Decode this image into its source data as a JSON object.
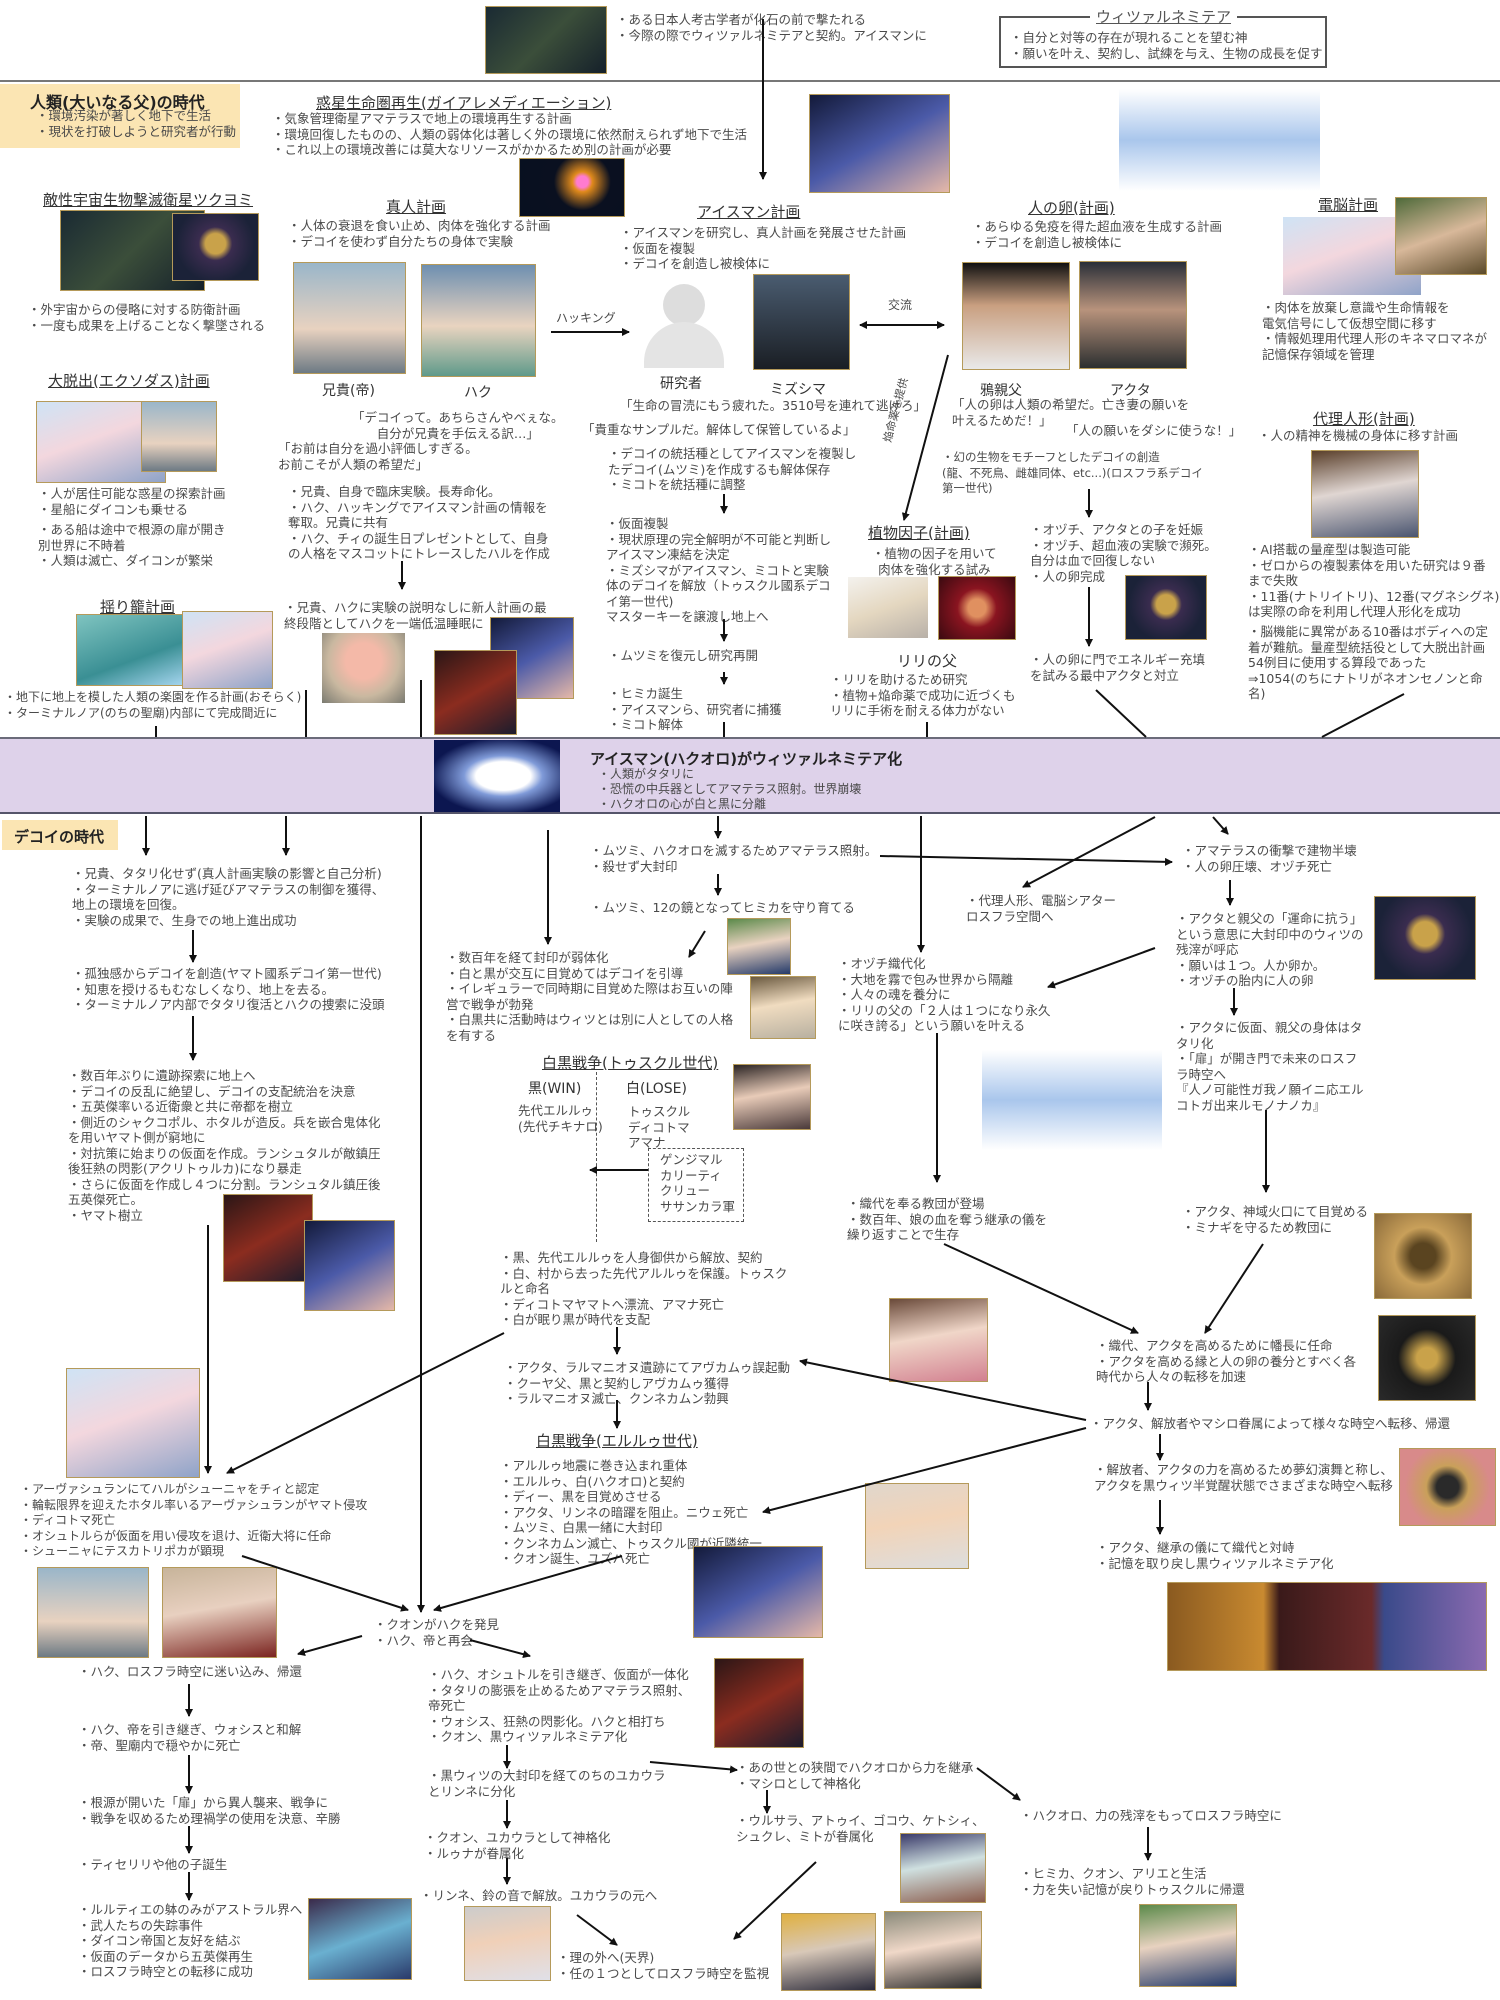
{
  "header": {
    "intro": "・ある日本人考古学者が化石の前で撃たれる\n・今際の際でウィツァルネミテアと契約。アイスマンに",
    "witz_title": "ウィツァルネミテア",
    "witz_lines": "・自分と対等の存在が現れることを望む神\n・願いを叶え、契約し、試練を与え、生物の成長を促す"
  },
  "era_humans": {
    "title": "人類(大いなる父)の時代",
    "lines": "・環境汚染が著しく地下で生活\n・現状を打破しようと研究者が行動"
  },
  "gaia": {
    "title": "惑星生命圏再生(ガイアレメディエーション)",
    "lines": "・気象管理衛星アマテラスで地上の環境再生する計画\n・環境回復したものの、人類の弱体化は著しく外の環境に依然耐えられず地下で生活\n・これ以上の環境改善には莫大なリソースがかかるため別の計画が必要"
  },
  "tsukuyomi": {
    "title": "敵性宇宙生物撃滅衛星ツクヨミ",
    "lines": "・外宇宙からの侵略に対する防衛計画\n・一度も成果を上げることなく撃墜される"
  },
  "exodus": {
    "title": "大脱出(エクソダス)計画",
    "lines1": "・人が居住可能な惑星の探索計画\n・星船にダイコンも乗せる",
    "lines2": "・ある船は途中で根源の扉が開き\n別世界に不時着\n・人類は滅亡、ダイコンが繁栄"
  },
  "cradle": {
    "title": "揺り籠計画",
    "lines": "・地下に地上を模した人類の楽園を作る計画(おそらく)\n・ターミナルノア(のちの聖廟)内部にて完成間近に"
  },
  "shinjin": {
    "title": "真人計画",
    "lines": "・人体の衰退を食い止め、肉体を強化する計画\n・デコイを使わず自分たちの身体で実験",
    "char_brother": "兄貴(帝)",
    "char_haku": "ハク",
    "quote_haku": "「デコイって。あちらさんやべぇな。\n自分が兄貴を手伝える訳…」",
    "quote_brother": "「お前は自分を過小評価しすぎる。\nお前こそが人類の希望だ」",
    "bullets": "・兄貴、自身で臨床実験。長寿命化。\n・ハク、ハッキングでアイスマン計画の情報を\n奪取。兄貴に共有\n・ハク、チィの誕生日プレゼントとして、自身\nの人格をマスコットにトレースしたハルを作成",
    "next": "・兄貴、ハクに実験の説明なしに新人計画の最\n終段階としてハクを一端低温睡眠に"
  },
  "iceman": {
    "title": "アイスマン計画",
    "lines": "・アイスマンを研究し、真人計画を発展させた計画\n・仮面を複製\n・デコイを創造し被検体に",
    "hacking_label": "ハッキング",
    "exchange_label": "交流",
    "researcher": "研究者",
    "mizushima": "ミズシマ",
    "quote_mizushima": "「生命の冒涜にもう疲れた。3510号を連れて逃げろ」",
    "quote_researcher": "「貴重なサンプルだ。解体して保管しているよ」",
    "step1": "・デコイの統括種としてアイスマンを複製し\nたデコイ(ムツミ)を作成するも解体保存\n・ミコトを統括種に調整",
    "step2": "・仮面複製\n・現状原理の完全解明が不可能と判断し\nアイスマン凍結を決定\n・ミズシマがアイスマン、ミコトと実験\n体のデコイを解放（トゥスクル國系デコ\nイ第一世代)\nマスターキーを譲渡し地上へ",
    "step3": "・ムツミを復元し研究再開",
    "step4": "・ヒミカ誕生\n・アイスマンら、研究者に捕獲\n・ミコト解体"
  },
  "egg": {
    "title": "人の卵(計画)",
    "lines": "・あらゆる免疫を得た超血液を生成する計画\n・デコイを創造し被検体に",
    "char_father": "鴉親父",
    "char_akuta": "アクタ",
    "quote_father": "「人の卵は人類の希望だ。亡き妻の願いを\n叶えるためだ！」",
    "quote_akuta": "「人の願いをダシに使うな！」",
    "bullets": "・幻の生物をモチーフとしたデコイの創造\n(龍、不死鳥、雌雄同体、etc...)(ロスフラ系デコイ\n第一世代)",
    "step2": "・オヅチ、アクタとの子を妊娠\n・オヅチ、超血液の実験で瀕死。\n自分は血で回復しない\n・人の卵完成",
    "step3": "・人の卵に門でエネルギー充填\nを試みる最中アクタと対立"
  },
  "plant": {
    "title": "植物因子(計画)",
    "lines": "・植物の因子を用いて\n肉体を強化する試み",
    "arrow_label": "焔命薬を提供",
    "char": "リリの父",
    "bullets": "・リリを助けるため研究\n・植物+焔命薬で成功に近づくも\nリリに手術を耐える体力がない"
  },
  "cyber": {
    "title": "電脳計画",
    "lines": "・肉体を放棄し意識や生命情報を\n電気信号にして仮想空間に移す\n・情報処理用代理人形のキネマロマネが\n記憶保存領域を管理"
  },
  "proxy": {
    "title": "代理人形(計画)",
    "lines": "・人の精神を機械の身体に移す計画",
    "bullets": "・AI搭載の量産型は製造可能\n・ゼロからの複製素体を用いた研究は９番\nまで失敗\n・11番(ナトリイトリ)、12番(マグネシグネ)\nは実際の命を利用し代理人形化を成功",
    "bullets2": "・脳機能に異常がある10番はボディへの定\n着が難航。量産型統括役として大脱出計画\n54例目に使用する算段であった\n⇒1054(のちにナトリがネオンセノンと命名)"
  },
  "event": {
    "title": "アイスマン(ハクオロ)がウィツァルネミテア化",
    "lines": "・人類がタタリに\n・恐慌の中兵器としてアマテラス照射。世界崩壊\n・ハクオロの心が白と黒に分離"
  },
  "era_decoy": {
    "title": "デコイの時代"
  },
  "yamato": {
    "step1": "・兄貴、タタリ化せず(真人計画実験の影響と自己分析)\n・ターミナルノアに逃げ延びアマテラスの制御を獲得、\n地上の環境を回復。\n・実験の成果で、生身での地上進出成功",
    "step2": "・孤独感からデコイを創造(ヤマト國系デコイ第一世代)\n・知恵を授けるもむなしくなり、地上を去る。\n・ターミナルノア内部でタタリ復活とハクの捜索に没頭",
    "step3": "・数百年ぶりに遺跡探索に地上へ\n・デコイの反乱に絶望し、デコイの支配統治を決意\n・五英傑率いる近衛衆と共に帝都を樹立\n・側近のシャクコポル、ホタルが造反。兵を嵌合鬼体化\nを用いヤマト側が窮地に\n・対抗策に始まりの仮面を作成。ランシュタルが敵鎮圧\n後狂熱の閃影(アクリトゥルカ)になり暴走\n・さらに仮面を作成し４つに分割。ランシュタル鎮圧後\n五英傑死亡。\n・ヤマト樹立",
    "mobius": "・アーヴァシュランにてハルがシューニャをチィと認定\n・輪転限界を迎えたホタル率いるアーヴァシュランがヤマト侵攻\n・ディコトマ死亡\n・オシュトルらが仮面を用い侵攻を退け、近衛大将に任命\n・シューニャにテスカトリポカが顕現"
  },
  "seal": {
    "muts1": "・ムツミ、ハクオロを滅するためアマテラス照射。\n・殺せず大封印",
    "muts2": "・ムツミ、12の鏡となってヒミカを守り育てる",
    "weak": "・数百年を経て封印が弱体化\n・白と黒が交互に目覚めてはデコイを引導\n・イレギュラーで同時期に目覚めた際はお互いの陣\n営で戦争が勃発\n・白黒共に活動時はウィツとは別に人としての人格\nを有する"
  },
  "war_tusukuru": {
    "title": "白黒戦争(トゥスクル世代)",
    "black": "黒(WIN)",
    "black_members": "先代エルルゥ\n(先代チキナロ)",
    "white": "白(LOSE)",
    "white_members": "トゥスクル\nディコトマ\nアマナ",
    "defectors": "ゲンジマル\nカリーティ\nクリュー\nササンカラ軍",
    "after": "・黒、先代エルルゥを人身御供から解放、契約\n・白、村から去った先代アルルゥを保護。トゥスク\nルと命名\n・ディコトマヤマトへ漂流、アマナ死亡\n・白が眠り黒が時代を支配",
    "awakening": "・アクタ、ラルマニオヌ遺跡にてアヴカムゥ誤起動\n・クーヤ父、黒と契約しアヴカムゥ獲得\n・ラルマニオヌ滅亡、クンネカムン勃興"
  },
  "war_eruruu": {
    "title": "白黒戦争(エルルゥ世代)",
    "lines": "・アルルゥ地震に巻き込まれ重体\n・エルルゥ、白(ハクオロ)と契約\n・ディー、黒を目覚めさせる\n・アクタ、リンネの暗躍を阻止。ニウェ死亡\n・ムツミ、白黒一緒に大封印\n・クンネカムン滅亡、トゥスクル國が近隣統一\n・クオン誕生、ユズハ死亡"
  },
  "lostflag": {
    "amaterasu": "・アマテラスの衝撃で建物半壊\n・人の卵圧壊、オヅチ死亡",
    "proxy_move": "・代理人形、電脳シアター\nロスフラ空間へ",
    "resist": "・アクタと親父の「運命に抗う」\nという意思に大封印中のウィツの\n残滓が呼応\n・願いは１つ。人か卵か。\n・オヅチの胎内に人の卵",
    "oduchi": "・オヅチ織代化\n・大地を霧で包み世界から隔離\n・人々の魂を養分に\n・リリの父の「２人は１つになり永久\nに咲き誇る」という願いを叶える",
    "mask": "・アクタに仮面、親父の身体はタ\nタリ化\n・「扉」が開き門で未来のロスフ\nラ時空へ\n『人ノ可能性ガ我ノ願イニ応エル\nコトガ出来ルモノナノカ』",
    "cult": "・織代を奉る教団が登場\n・数百年、娘の血を奪う継承の儀を\n繰り返すことで生存",
    "wake": "・アクタ、神域火口にて目覚める\n・ミナギを守るため教団に",
    "leader": "・織代、アクタを高めるために幡長に任命\n・アクタを高める縁と人の卵の養分とすべく各\n時代から人々の転移を加速",
    "transfer": "・アクタ、解放者やマシロ眷属によって様々な時空へ転移、帰還",
    "dance": "・解放者、アクタの力を高めるため夢幻演舞と称し、\nアクタを黒ウィツ半覚醒状態でさまざまな時空へ転移",
    "final": "・アクタ、継承の儀にて織代と対峙\n・記憶を取り戻し黒ウィツァルネミテア化"
  },
  "late": {
    "kuon": "・クオンがハクを発見\n・ハク、帝と再会",
    "haku_lf": "・ハク、ロスフラ時空に迷い込み、帰還",
    "haku_inherit": "・ハク、帝を引き継ぎ、ウォシスと和解\n・帝、聖廟内で穏やかに死亡",
    "door": "・根源が開いた「扉」から異人襲来、戦争に\n・戦争を収めるため理禍学の使用を決意、辛勝",
    "children": "・ティセリリや他の子誕生",
    "rulutie": "・ルルティエの躰のみがアストラル界へ\n・武人たちの失踪事件\n・ダイコン帝国と友好を結ぶ\n・仮面のデータから五英傑再生\n・ロスフラ時空との転移に成功",
    "oshtoru": "・ハク、オシュトルを引き継ぎ、仮面が一体化\n・タタリの膨張を止めるためアマテラス照射、\n帝死亡\n・ウォシス、狂熱の閃影化。ハクと相打ち\n・クオン、黒ウィツァルネミテア化",
    "split": "・黒ウィツの大封印を経てのちのユカウラ\nとリンネに分化",
    "yukaura": "・クオン、ユカウラとして神格化\n・ルゥナが眷属化",
    "rinne": "・リンネ、鈴の音で解放。ユカウラの元へ",
    "heaven": "・理の外へ(天界)\n・任の１つとしてロスフラ時空を監視",
    "inherit_power": "・あの世との狭間でハクオロから力を継承\n・マシロとして神格化",
    "retainers": "・ウルサラ、アトゥイ、ゴコウ、ケトシィ、\nシュクレ、ミトが眷属化",
    "hakuoro_lf": "・ハクオロ、力の残滓をもってロスフラ時空に",
    "hakuoro_life": "・ヒミカ、クオン、アリエと生活\n・力を失い記憶が戻りトゥスクルに帰還"
  },
  "colors": {
    "era_box": "#fbe5b3",
    "event_band": "#ded2ea",
    "line": "#111111"
  }
}
